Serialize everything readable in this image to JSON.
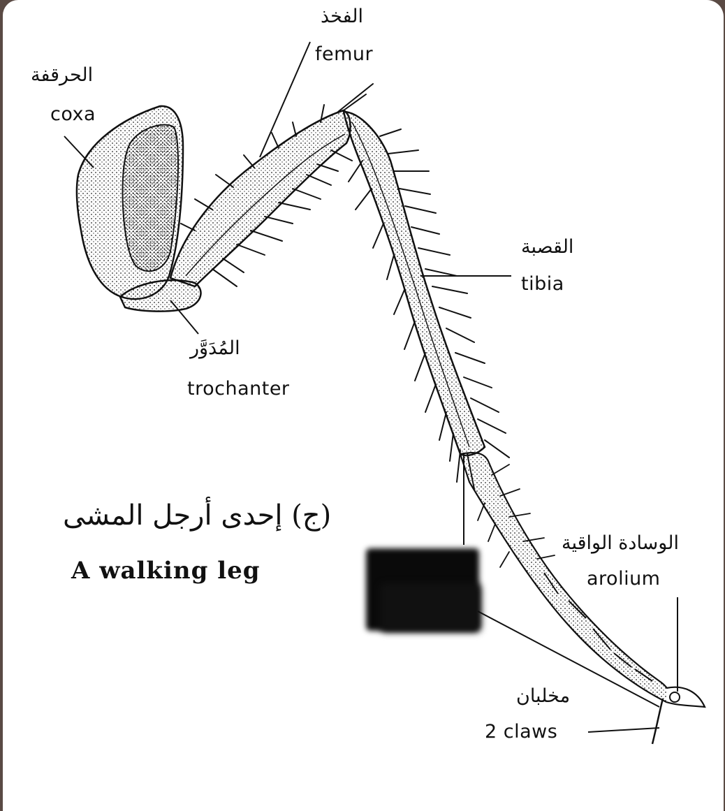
{
  "labels": {
    "coxa_ar": "الحرقفة",
    "coxa_en": "coxa",
    "femur_ar": "الفخذ",
    "femur_en": "femur",
    "tibia_ar": "القصبة",
    "tibia_en": "tibia",
    "trochanter_ar": "المُدَوَّر",
    "trochanter_en": "trochanter",
    "arolium_ar": "الوسادة الواقية",
    "arolium_en": "arolium",
    "claws_ar": "مخلبان",
    "claws_en": "2 claws"
  },
  "caption": {
    "arabic": "(ج) إحدى أرجل المشى",
    "english": "A walking leg"
  }
}
